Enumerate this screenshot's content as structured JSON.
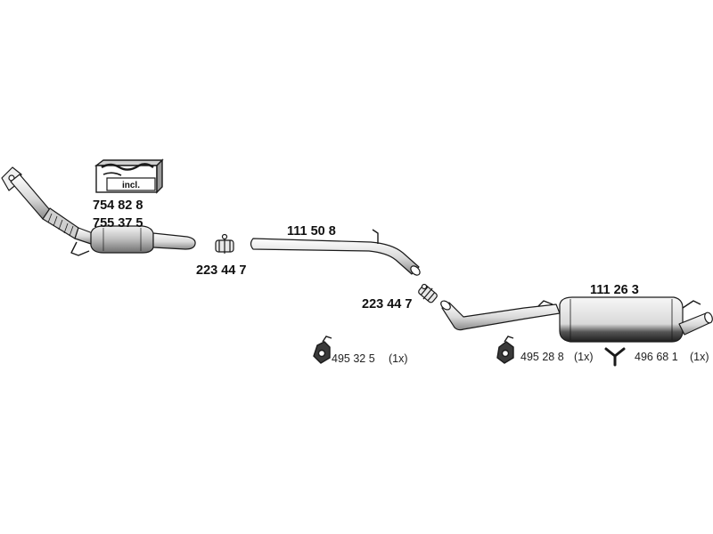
{
  "kit": {
    "label": "incl.",
    "part_numbers": [
      "754 82 8",
      "755 37 5"
    ]
  },
  "parts": {
    "front_clamp": "223 44 7",
    "middle_pipe": "111 50 8",
    "rear_clamp": "223 44 7",
    "rear_silencer": "111 26 3"
  },
  "mounts": {
    "mount_1": {
      "number": "495 32 5",
      "qty": "(1x)"
    },
    "mount_2": {
      "number": "495 28 8",
      "qty": "(1x)"
    },
    "mount_3": {
      "number": "496 68 1",
      "qty": "(1x)"
    }
  },
  "colors": {
    "line": "#1a1a1a",
    "metal_light": "#e6e6e6",
    "metal_dark": "#8a8a8a"
  }
}
